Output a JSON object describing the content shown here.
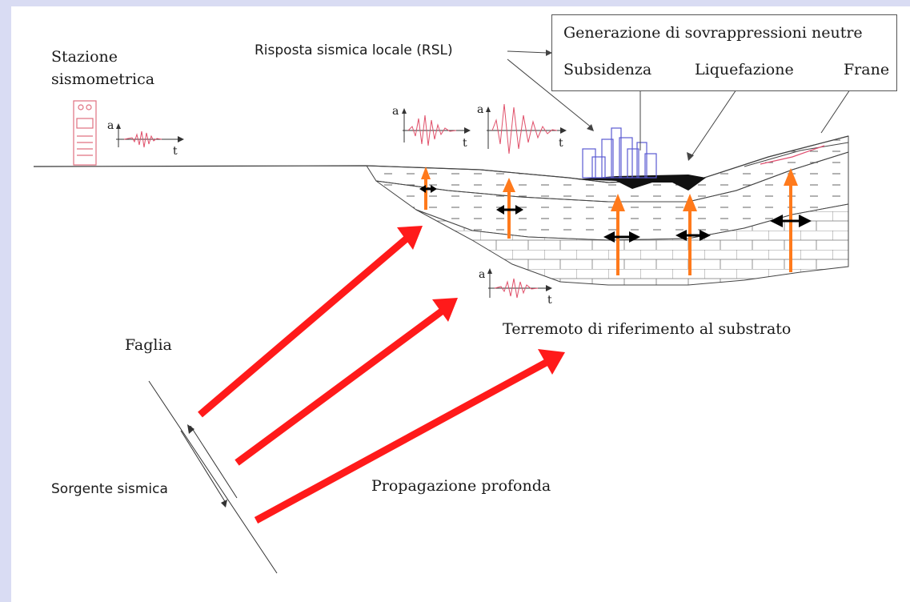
{
  "labels": {
    "station": "Stazione",
    "station_line2": "sismometrica",
    "rsl": "Risposta sismica locale (RSL)",
    "pore_pressure": "Generazione di sovrappressioni neutre",
    "subsidence": "Subsidenza",
    "liquefaction": "Liquefazione",
    "landslides": "Frane",
    "bedrock_motion": "Terremoto di riferimento al substrato",
    "fault": "Faglia",
    "source": "Sorgente sismica",
    "deep_propagation": "Propagazione profonda"
  },
  "axes": {
    "acceleration": "a",
    "time": "t"
  },
  "colors": {
    "seismic_ray": "#ff1a1a",
    "vertical_arrow": "#ff7a1c",
    "horizontal_arrow": "#000000",
    "seismogram": "#e0506a",
    "buildings": "#5a5ad2",
    "station": "#e07080",
    "ground_line": "#333333"
  }
}
